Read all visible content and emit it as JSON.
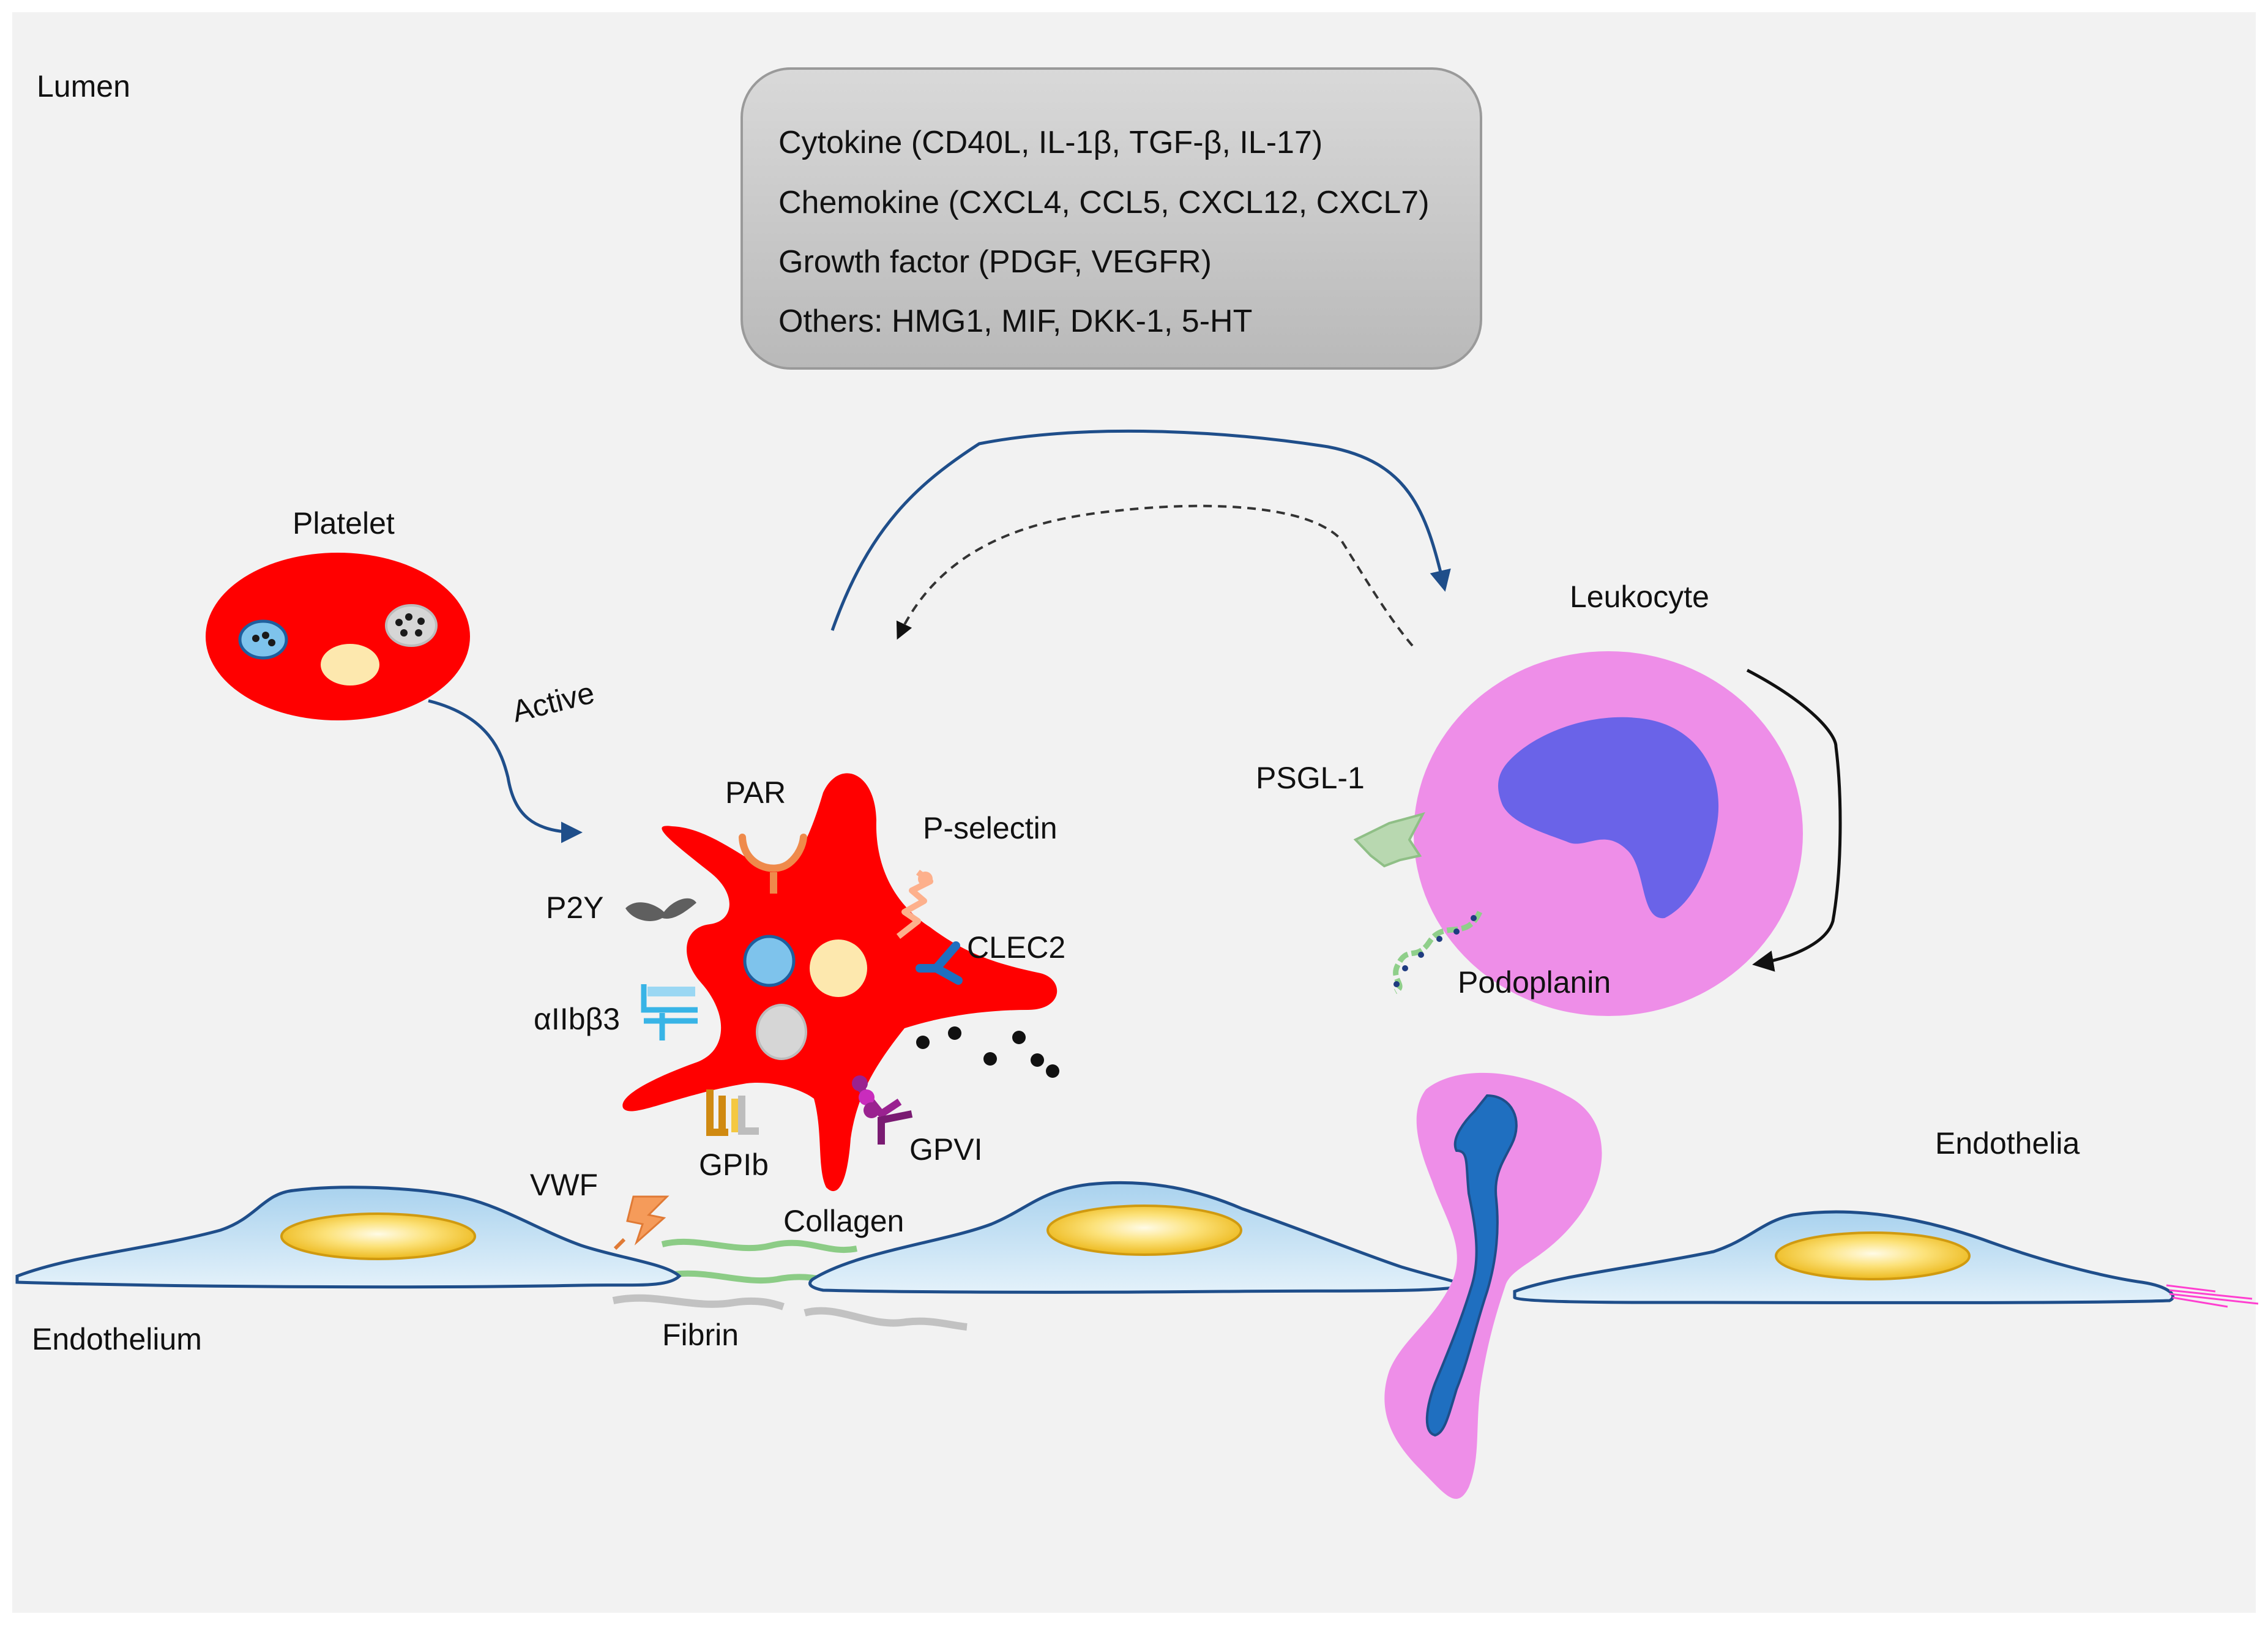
{
  "labels": {
    "lumen": "Lumen",
    "platelet": "Platelet",
    "active": "Active",
    "leukocyte": "Leukocyte",
    "par": "PAR",
    "p_selectin": "P-selectin",
    "p2y": "P2Y",
    "clec2": "CLEC2",
    "aiib_b3": "αIIbβ3",
    "gpib": "GPIb",
    "gpvi": "GPVI",
    "vwf": "VWF",
    "collagen": "Collagen",
    "fibrin": "Fibrin",
    "endothelium": "Endothelium",
    "endothelia": "Endothelia",
    "psgl1": "PSGL-1",
    "podoplanin": "Podoplanin"
  },
  "mediators": [
    "Cytokine (CD40L, IL-1β, TGF-β, IL-17)",
    "Chemokine (CXCL4, CCL5, CXCL12, CXCL7)",
    "Growth factor (PDGF, VEGFR)",
    "Others: HMG1, MIF, DKK-1, 5-HT"
  ],
  "colors": {
    "background": "#f2f2f2",
    "platelet_red": "#ff0000",
    "leukocyte_pink": "#ee8ee8",
    "nucleus_blue": "#6a63e8",
    "endothelium_fill": "#bfe0f3",
    "endothelium_stroke": "#1f4e8a",
    "nucleus_yellow": "#f6c21a",
    "arrow_blue": "#1f4e8a",
    "mediator_box": "#c4c4c4"
  }
}
